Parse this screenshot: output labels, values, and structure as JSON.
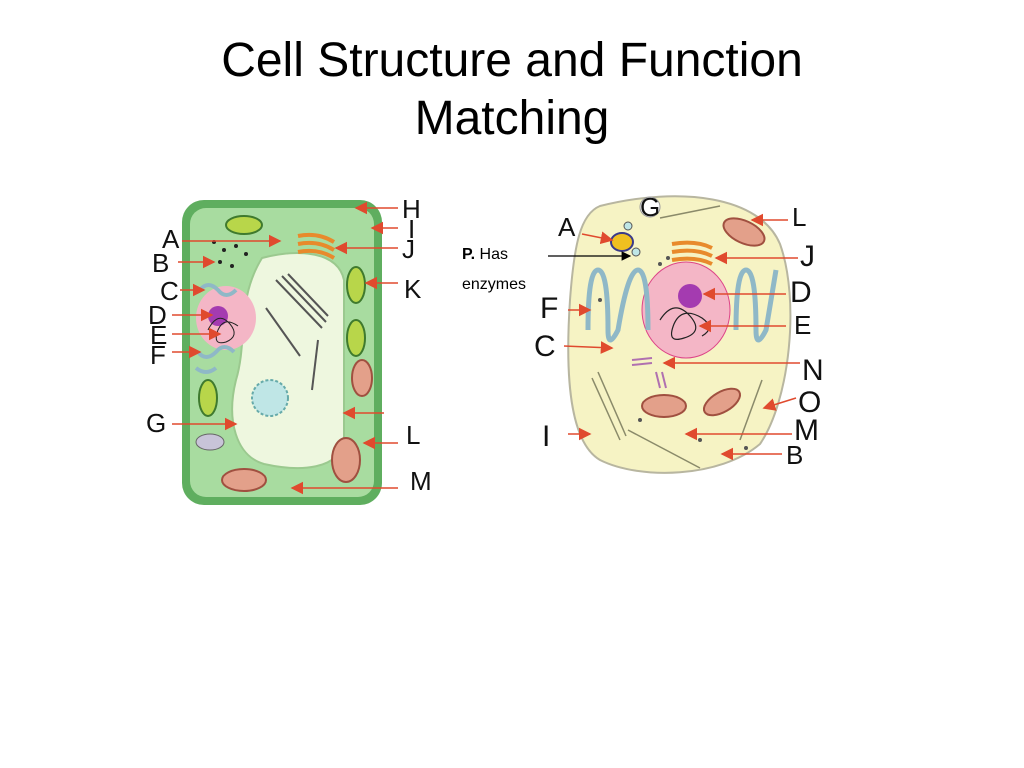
{
  "title": {
    "line1": "Cell Structure and Function",
    "line2": "Matching"
  },
  "plant_cell": {
    "labels": {
      "A": "A",
      "B": "B",
      "C": "C",
      "D": "D",
      "E": "E",
      "F": "F",
      "G": "G",
      "H": "H",
      "I": "I",
      "J": "J",
      "K": "K",
      "L": "L",
      "M": "M"
    }
  },
  "animal_cell": {
    "labels": {
      "A": "A",
      "G": "G",
      "F": "F",
      "C": "C",
      "I": "I",
      "L": "L",
      "J": "J",
      "D": "D",
      "E": "E",
      "N": "N",
      "O": "O",
      "M": "M",
      "B": "B"
    }
  },
  "note": {
    "letter": "P.",
    "line1": "Has",
    "line2": "enzymes"
  },
  "colors": {
    "plant_wall": "#5fae5f",
    "plant_cytoplasm": "#a8dca0",
    "vacuole": "#eef7df",
    "animal_cytoplasm": "#f6f3c4",
    "nucleus": "#f4b6c6",
    "nucleolus": "#a43bb0",
    "arrow": "#e04a2e",
    "mitochondria": "#e3a08a",
    "golgi": "#e88a2c",
    "er": "#8fb8c7",
    "chloroplast": "#b8d64a"
  }
}
